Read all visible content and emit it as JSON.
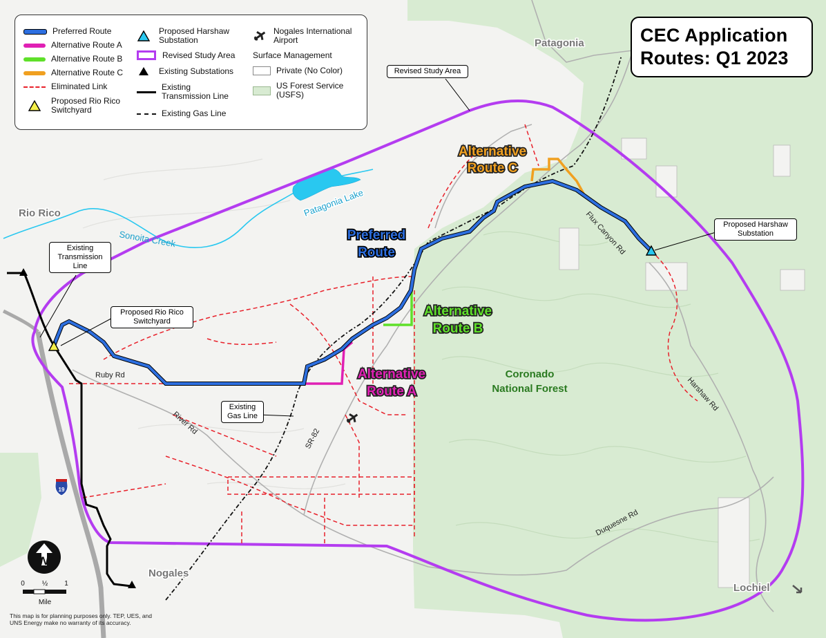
{
  "title": {
    "line1": "CEC Application",
    "line2": "Routes: Q1 2023"
  },
  "legend": {
    "preferred_route": "Preferred Route",
    "alt_route_a": "Alternative Route A",
    "alt_route_b": "Alternative Route B",
    "alt_route_c": "Alternative Route C",
    "eliminated_link": "Eliminated Link",
    "proposed_switchyard_l1": "Proposed Rio Rico",
    "proposed_switchyard_l2": "Switchyard",
    "proposed_substation_l1": "Proposed Harshaw",
    "proposed_substation_l2": "Substation",
    "revised_study_area": "Revised Study Area",
    "existing_substations": "Existing Substations",
    "existing_transmission_l1": "Existing",
    "existing_transmission_l2": "Transmission Line",
    "existing_gas_line": "Existing Gas Line",
    "airport_l1": "Nogales International",
    "airport_l2": "Airport",
    "surface_management": "Surface Management",
    "private": "Private (No Color)",
    "usfs_l1": "US Forest Service",
    "usfs_l2": "(USFS)"
  },
  "callouts": {
    "revised_study_area": "Revised Study Area",
    "proposed_substation_l1": "Proposed Harshaw",
    "proposed_substation_l2": "Substation",
    "existing_transmission_l1": "Existing",
    "existing_transmission_l2": "Transmission",
    "existing_transmission_l3": "Line",
    "proposed_switchyard_l1": "Proposed Rio Rico",
    "proposed_switchyard_l2": "Switchyard",
    "existing_gas_l1": "Existing",
    "existing_gas_l2": "Gas Line"
  },
  "route_labels": {
    "preferred_l1": "Preferred",
    "preferred_l2": "Route",
    "alt_b_l1": "Alternative",
    "alt_b_l2": "Route B",
    "alt_a_l1": "Alternative",
    "alt_a_l2": "Route A",
    "alt_c_l1": "Alternative",
    "alt_c_l2": "Route C"
  },
  "places": {
    "patagonia": "Patagonia",
    "rio_rico": "Rio Rico",
    "nogales": "Nogales",
    "lochiel": "Lochiel",
    "forest_l1": "Coronado",
    "forest_l2": "National Forest",
    "patagonia_lake": "Patagonia Lake",
    "sonoita_creek": "Sonoita Creek"
  },
  "roads": {
    "ruby_rd": "Ruby Rd",
    "river_rd": "River Rd",
    "sr82": "SR-82",
    "flux_canyon_rd": "Flux Canyon Rd",
    "harshaw_rd": "Harshaw Rd",
    "duquesne_rd": "Duquesne Rd",
    "i19": "19"
  },
  "scale": {
    "zero": "0",
    "half": "½",
    "one": "1",
    "unit": "Mile"
  },
  "north_arrow": "N",
  "disclaimer": "This map is for planning purposes only. TEP, UES, and UNS Energy make no warranty of its accuracy.",
  "colors": {
    "preferred": "#2d6fe0",
    "alt_a": "#e020b4",
    "alt_b": "#5fe02a",
    "alt_c": "#f0a020",
    "eliminated": "#e8202a",
    "study_area": "#b43cf0",
    "usfs": "#d8ebd2",
    "water": "#29c8f0",
    "transmission": "#000000"
  }
}
